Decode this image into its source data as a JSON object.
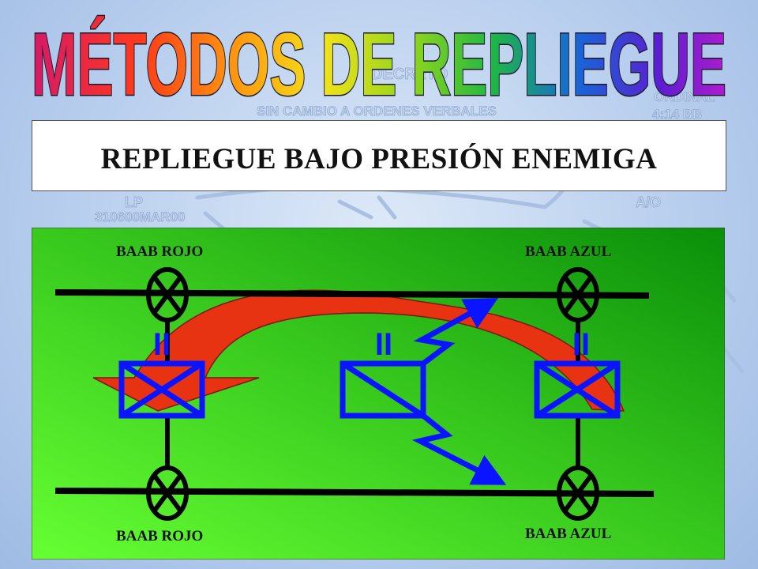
{
  "slide": {
    "title": "MÉTODOS DE REPLIEGUE",
    "subtitle": "REPLIEGUE BAJO PRESIÓN ENEMIGA"
  },
  "background_text": {
    "lines": [
      "DECRETO",
      "SIN CAMBIO A ORDENES VERBALES",
      "LP",
      "310600MAR00",
      "A/O",
      "ORDINAL",
      "4:14 BB"
    ]
  },
  "diagram": {
    "labels": {
      "top_left": "BAAB ROJO",
      "top_right": "BAAB AZUL",
      "bottom_left": "BAAB ROJO",
      "bottom_right": "BAAB AZUL"
    },
    "unit_size_mark": "II",
    "colors": {
      "panel_light": "#66ff33",
      "panel_dark": "#0a8f0a",
      "unit_blue": "#0a14ff",
      "arrow_red": "#e83312",
      "line_black": "#000000"
    }
  }
}
